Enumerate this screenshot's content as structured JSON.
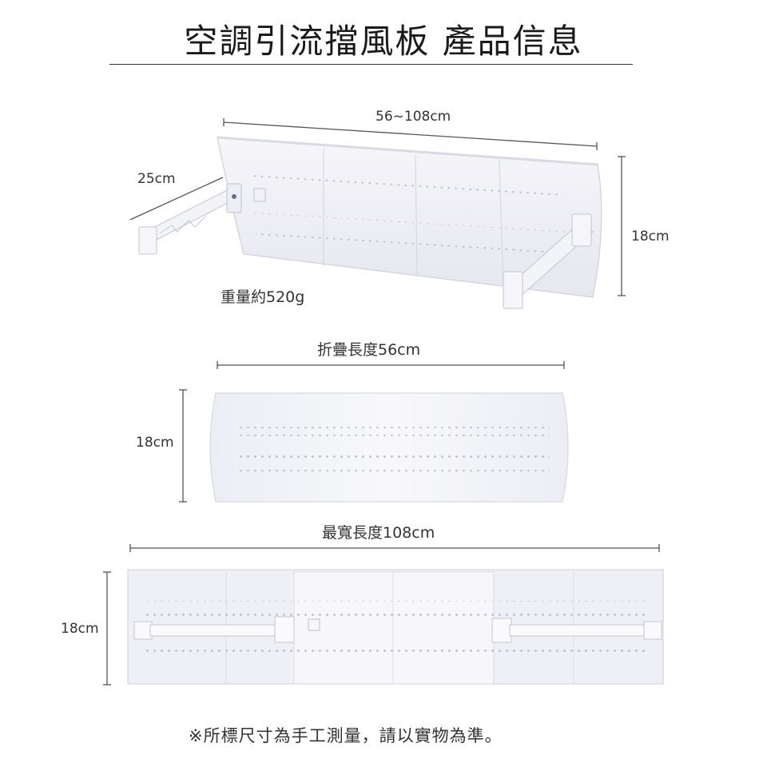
{
  "title": "空調引流擋風板 產品信息",
  "product1": {
    "width_label": "56~108cm",
    "depth_label": "25cm",
    "height_label": "18cm",
    "weight_label": "重量約520g"
  },
  "product2": {
    "folded_length_label": "折疊長度56cm",
    "height_label": "18cm"
  },
  "product3": {
    "max_length_label": "最寬長度108cm",
    "height_label": "18cm"
  },
  "footer_note": "※所標尺寸為手工測量，請以實物為準。"
}
